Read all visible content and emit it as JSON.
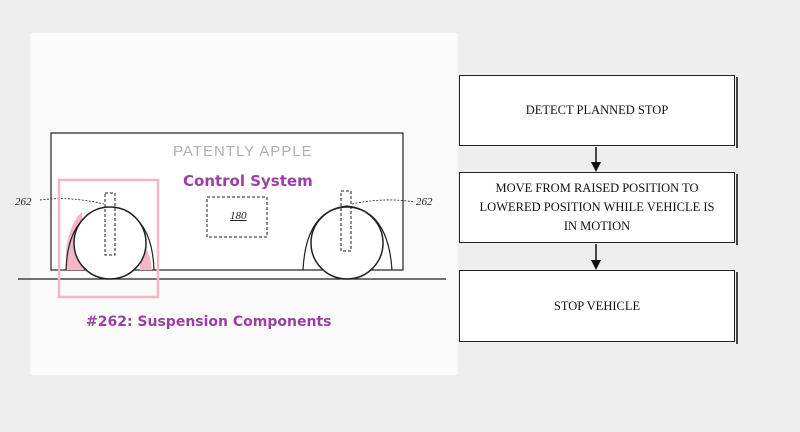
{
  "figure": {
    "watermark": "PATENTLY APPLE",
    "control_label": "Control System",
    "ref_180": "180",
    "ref_262_left": "262",
    "ref_262_right": "262",
    "caption": "#262: Suspension Components",
    "highlight_color": "#f3b6c6",
    "accent_color": "#9b3fa6"
  },
  "flowchart": {
    "steps": [
      "DETECT PLANNED STOP",
      "MOVE FROM RAISED POSITION TO LOWERED POSITION WHILE VEHICLE IS IN MOTION",
      "STOP VEHICLE"
    ]
  }
}
